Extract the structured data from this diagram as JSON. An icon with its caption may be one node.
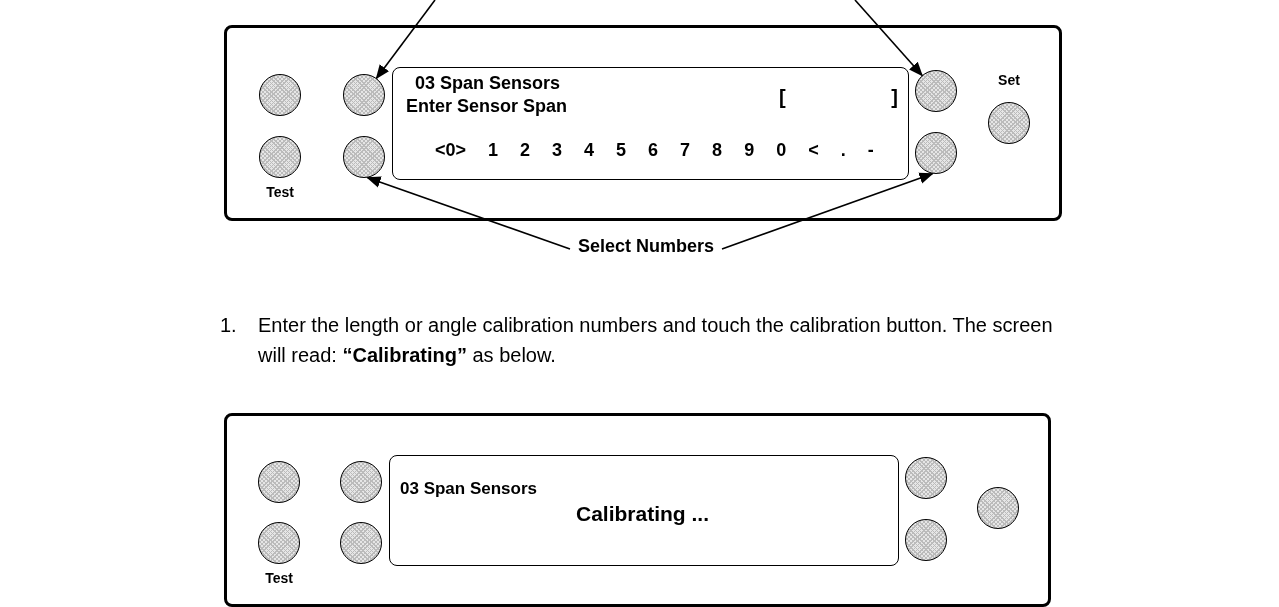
{
  "diagram": {
    "nodes": [
      {
        "text": [],
        "shape": "box"
      },
      {
        "text": [],
        "shape": "circle",
        "in": 0
      },
      {
        "text": [],
        "shape": "circle",
        "in": 0,
        "beside": [
          "Test"
        ]
      },
      {
        "text": [],
        "shape": "circle",
        "in": 0
      },
      {
        "text": [],
        "shape": "circle",
        "in": 0
      },
      {
        "text": [
          "03 Span Sensors",
          "Enter Sensor Span",
          "[ ]",
          "<0> 1 2 3 4 5 6 7 8 9 0 < . -"
        ],
        "in": 0
      },
      {
        "text": [],
        "shape": "circle",
        "in": 0
      },
      {
        "text": [],
        "shape": "circle",
        "in": 0
      },
      {
        "text": [],
        "shape": "circle",
        "in": 0,
        "beside": [
          "Set"
        ]
      },
      {
        "text": [
          "Select Numbers"
        ]
      },
      {
        "text": [],
        "shape": "box"
      },
      {
        "text": [],
        "shape": "circle",
        "in": 10
      },
      {
        "text": [],
        "shape": "circle",
        "in": 10,
        "beside": [
          "Test"
        ]
      },
      {
        "text": [],
        "shape": "circle",
        "in": 10
      },
      {
        "text": [],
        "shape": "circle",
        "in": 10
      },
      {
        "text": [
          "03 Span Sensors",
          "Calibrating ..."
        ],
        "in": 10
      },
      {
        "text": [],
        "shape": "circle",
        "in": 10
      },
      {
        "text": [],
        "shape": "circle",
        "in": 10
      },
      {
        "text": [],
        "shape": "circle",
        "in": 10
      }
    ],
    "edges": [
      {
        "from": null,
        "to": 3,
        "arrow": "to"
      },
      {
        "from": null,
        "to": 6,
        "arrow": "to"
      },
      {
        "from": 9,
        "to": 4,
        "arrow": "to"
      },
      {
        "from": 9,
        "to": 7,
        "arrow": "to"
      }
    ],
    "labels": [
      "1.",
      "Enter the length or angle calibration numbers and touch the calibration button. The screen will read: **“Calibrating”** as below."
    ]
  }
}
